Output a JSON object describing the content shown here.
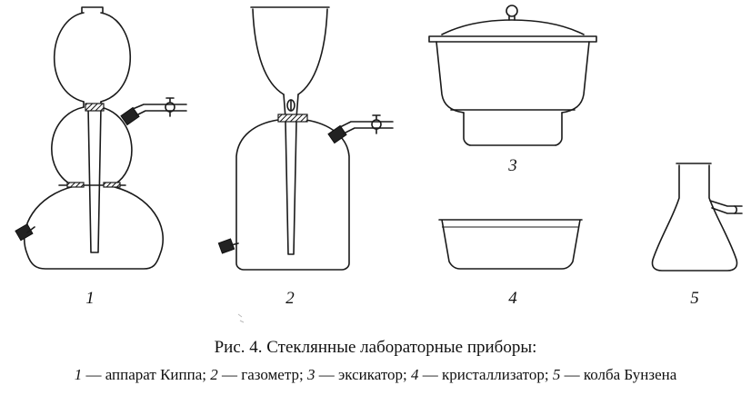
{
  "figure": {
    "numbers": [
      "1",
      "2",
      "3",
      "4",
      "5"
    ],
    "caption": "Рис. 4. Стеклянные лабораторные приборы:",
    "legend": [
      {
        "num": "1",
        "text": " — аппарат Киппа; "
      },
      {
        "num": "2",
        "text": " — газометр; "
      },
      {
        "num": "3",
        "text": " — эксикатор; "
      },
      {
        "num": "4",
        "text": " — кристаллизатор; "
      },
      {
        "num": "5",
        "text": " — колба Бунзена"
      }
    ]
  }
}
